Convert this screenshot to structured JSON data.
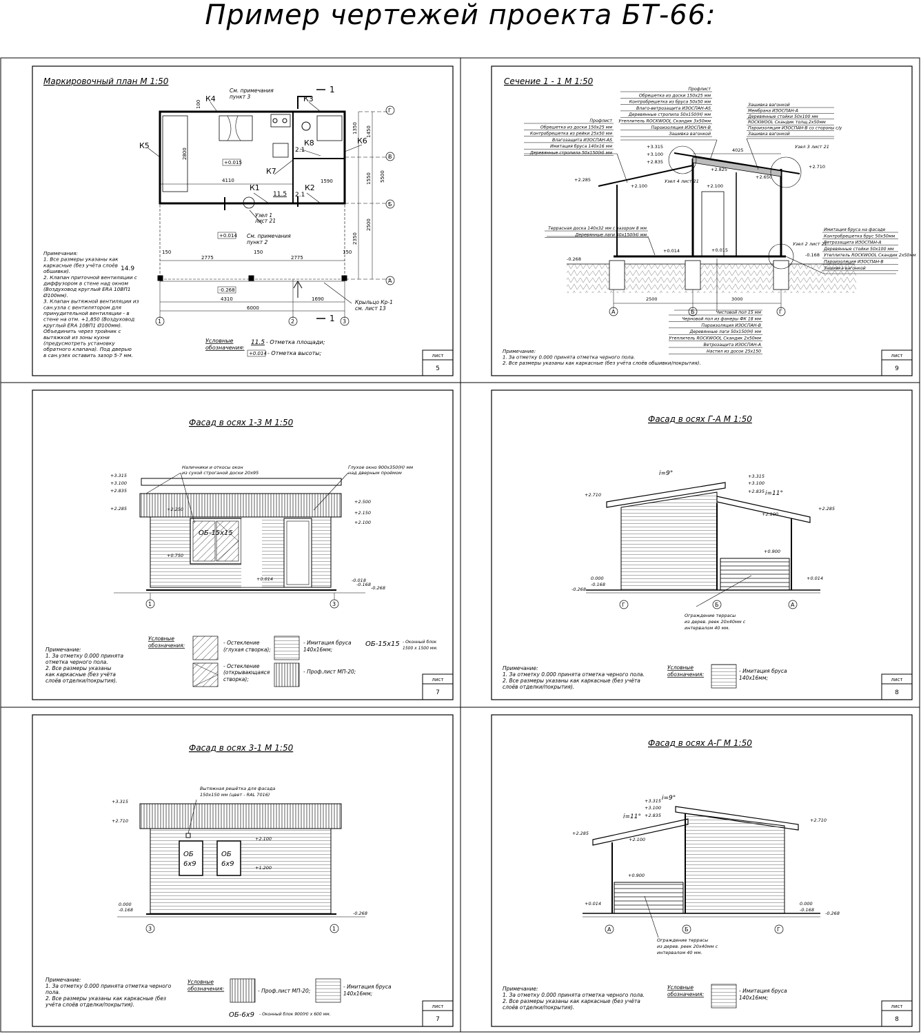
{
  "title": "Пример чертежей проекта БТ-66:",
  "sheets": [
    {
      "title": "Маркировочный план  М 1:50",
      "sheet_label": "лист",
      "sheet_no": "5",
      "marks": [
        "К1",
        "К2",
        "К3",
        "К4",
        "К5",
        "К6",
        "К7",
        "К8"
      ],
      "notes_lines": [
        "Примечания:",
        "1. Все размеры указаны как",
        "каркасные (без учёта слоёв",
        "обшивки).",
        "2. Клапан приточной вентиляции с",
        "диффузором в стене над окном",
        "(Воздуховод круглый ERA 10ВП1",
        "Ø100мм).",
        "3. Клапан вытяжной вентиляции из",
        "сан.узла с вентилятором для",
        "принудительной вентиляции - в",
        "стене на отм. +1,850 (Воздуховод",
        "круглый ERA 10ВП1 Ø100мм).",
        "Объединить через тройник с",
        "вытяжкой из зоны кухни",
        "(предусмотреть установку",
        "обратного клапана). Под дверью",
        "в сан.узех оставить зазор 5-7 мм."
      ],
      "note1": "См. примечания пункт 3",
      "note2": "См. примечания пункт 2",
      "node": "Узел 1 лист 21",
      "porch": "Крыльцо Кр-1 см. лист 13",
      "legend_label": "Условные обозначения:",
      "legend_area": "11.5",
      "legend_area_text": "- Отметка площади;",
      "legend_height": "+0.014",
      "legend_height_text": "- Отметка высоты;",
      "areas": [
        "14.9",
        "11.5",
        "2.1",
        "2.1"
      ],
      "levels": [
        "+0.015",
        "+0.014",
        "-0.268"
      ],
      "dims": [
        "4110",
        "1590",
        "2775",
        "2775",
        "150",
        "150",
        "150",
        "4310",
        "1690",
        "6000",
        "2800",
        "1350",
        "1450",
        "1550",
        "5500",
        "2500",
        "2350",
        "100"
      ],
      "axes": [
        "1",
        "2",
        "3",
        "А",
        "Б",
        "В",
        "Г"
      ],
      "cut": "1"
    },
    {
      "title": "Сечение 1 - 1  М 1:50",
      "sheet_label": "лист",
      "sheet_no": "9",
      "left_layers": [
        "Профлист",
        "Обрешетка из доски 150х25 мм",
        "Контробрешетка из рейки 25х50 мм",
        "Влагозащита ИЗОСПАН-АS",
        "Имитация бруса 140х16 мм",
        "Деревянные стропила 50х150(Н) мм"
      ],
      "top_layers": [
        "Профлист",
        "Обрешетка из доски 150х25 мм",
        "Контробрешетка из бруса 50х50 мм",
        "Влаго-ветрозащита ИЗОСПАН-АS",
        "Деревянные стропила 50х150(Н) мм",
        "Утеплитель ROCKWOOL Скандик 3х50мм",
        "Пароизоляция ИЗОСПАН-В",
        "Зашивка вагонкой"
      ],
      "right_layers": [
        "Зашивка вагонкой",
        "Мембрана ИЗОСПАН-А",
        "Деревянные стойки 50х100 мм",
        "ROCKWOOL Скандик толщ.2х50мм",
        "Пароизоляция ИЗОСПАН-В со стороны с/у",
        "Зашивка вагонкой"
      ],
      "terrace_layers": [
        "Террасная доска 140х32 мм с зазором 8 мм",
        "Деревянные лаги 50х150(Н) мм"
      ],
      "wall_layers": [
        "Имитация бруса на фасаде",
        "Контробрешетка брус 50х50мм",
        "Ветрозащита ИЗОСПАН-А",
        "Деревянные стойки 50х100 мм",
        "Утеплитель ROCKWOOL Скандик 2х50мм",
        "Пароизоляция ИЗОСПАН-В",
        "Зашивка вагонкой"
      ],
      "floor_layers": [
        "Чистовой пол 15 мм",
        "Черновой пол из фанеры ФК 18 мм",
        "Пароизоляция ИЗОСПАН-В",
        "Деревянные лаги 50х150(Н) мм",
        "Утеплитель ROCKWOOL Скандик 2х50мм",
        "Ветрозащита ИЗОСПАН-А",
        "Настил из досок 25х150"
      ],
      "nodes": [
        "Узел 3 лист 21",
        "Узел 4 лист 21",
        "Узел 2 лист 21"
      ],
      "levels": [
        "+3.315",
        "+3.100",
        "+2.835",
        "+2.100",
        "+2.285",
        "+2.825",
        "+2.100",
        "+2.650",
        "+2.710",
        "+0.014",
        "+0.015",
        "-0.268",
        "-0.168"
      ],
      "dims": [
        "4025",
        "2500",
        "3000"
      ],
      "axes": [
        "А",
        "Б",
        "Г"
      ],
      "notes_lines": [
        "Примечание:",
        "1. За отметку 0.000 принята отметка черного пола.",
        "2. Все размеры указаны как каркасные (без учёта слоёв обшивки/покрытия)."
      ]
    },
    {
      "title": "Фасад в осях 1-3  М 1:50",
      "sheet_label": "лист",
      "sheet_no": "7",
      "callout1": "Наличники и откосы окон из сухой строганой доски 20х95",
      "callout2": "Глухое окно 900х350(Н) мм над дверным проёмом",
      "window": "ОБ-15х15",
      "levels": [
        "+3.315",
        "+3.100",
        "+2.835",
        "+2.285",
        "+2.250",
        "+2.500",
        "+2.150",
        "+2.100",
        "+0.750",
        "+0.014",
        "-0.018",
        "-0.168",
        "-0.268"
      ],
      "axes": [
        "1",
        "3"
      ],
      "notes_lines": [
        "Примечание:",
        "1. За отметку 0.000 принята",
        "отметка черного пола.",
        "2. Все размеры указаны",
        "как каркасные (без учёта",
        "слоёв отделки/покрытия)."
      ],
      "legend_label": "Условные обозначения:",
      "legend": [
        "- Остекление (глухая створка);",
        "- Остекление (открывающаяся створка);",
        "- Имитация бруса 140х16мм;",
        "- Проф.лист МП-20;"
      ],
      "block_name": "ОБ-15х15",
      "block_desc": "- Оконный блок 1500 х 1500 мм."
    },
    {
      "title": "Фасад в осях Г-А  М 1:50",
      "sheet_label": "лист",
      "sheet_no": "8",
      "slope1": "i=9°",
      "slope2": "i=11°",
      "levels": [
        "+2.710",
        "+3.315",
        "+3.100",
        "+2.835",
        "+2.285",
        "+2.100",
        "+0.900",
        "0.000",
        "-0.168",
        "-0.268",
        "+0.014"
      ],
      "axes": [
        "Г",
        "Б",
        "А"
      ],
      "fence": "Ограждение террасы из дерев. реек 20х40мм с интервалом 40 мм.",
      "notes_lines": [
        "Примечание:",
        "1. За отметку 0.000 принята отметка черного пола.",
        "2. Все размеры указаны как каркасные (без учёта",
        "слоёв отделки/покрытия)."
      ],
      "legend_label": "Условные обозначения:",
      "legend": [
        "- Имитация бруса 140х16мм;"
      ]
    },
    {
      "title": "Фасад в осях 3-1  М 1:50",
      "sheet_label": "лист",
      "sheet_no": "7",
      "callout": "Вытяжная решётка для фасада 150х150 мм (цвет - RAL 7016)",
      "window": "ОБ 6х9",
      "levels": [
        "+3.315",
        "+2.710",
        "+2.100",
        "+1.200",
        "0.000",
        "-0.168",
        "-0.268"
      ],
      "axes": [
        "3",
        "1"
      ],
      "notes_lines": [
        "Примечание:",
        "1. За отметку 0.000 принята отметка черного",
        "пола.",
        "2. Все размеры указаны как каркасные (без",
        "учёта слоёв отделки/покрытия)."
      ],
      "legend_label": "Условные обозначения:",
      "legend": [
        "- Проф.лист МП-20;",
        "- Имитация бруса 140х16мм;"
      ],
      "block_name": "ОБ-6х9",
      "block_desc": "- Оконный блок 900(Н) х 600 мм."
    },
    {
      "title": "Фасад в осях А-Г  М 1:50",
      "sheet_label": "лист",
      "sheet_no": "8",
      "slope1": "i=9°",
      "slope2": "i=11°",
      "levels": [
        "+3.315",
        "+3.100",
        "+2.835",
        "+2.710",
        "+2.285",
        "+2.100",
        "+0.900",
        "+0.014",
        "0.000",
        "-0.168",
        "-0.268"
      ],
      "axes": [
        "А",
        "Б",
        "Г"
      ],
      "fence": "Ограждение террасы из дерев. реек 20х40мм с интервалом 40 мм.",
      "notes_lines": [
        "Примечание:",
        "1. За отметку 0.000 принята отметка черного пола.",
        "2. Все размеры указаны как каркасные (без учёта",
        "слоёв отделки/покрытия)."
      ],
      "legend_label": "Условные обозначения:",
      "legend": [
        "- Имитация бруса 140х16мм;"
      ]
    }
  ]
}
